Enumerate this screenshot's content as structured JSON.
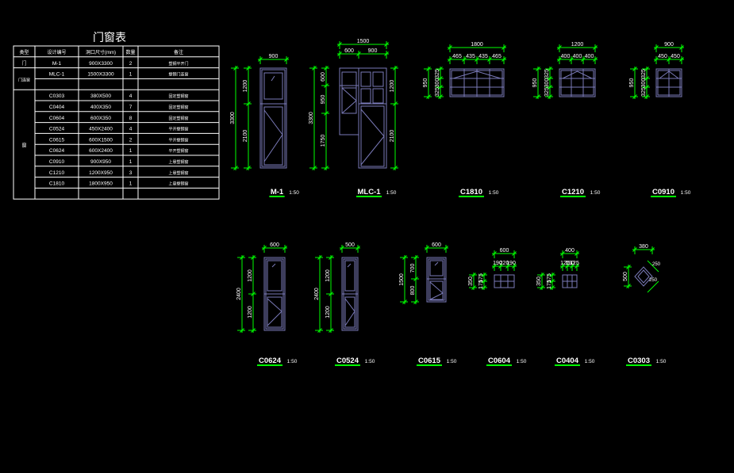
{
  "table": {
    "title": "门窗表",
    "headers": [
      "类型",
      "设计编号",
      "洞口尺寸(mm)",
      "数量",
      "备注"
    ],
    "rows": [
      {
        "type": "门",
        "code": "M-1",
        "size": "900X3300",
        "qty": "2",
        "note": "塑钢平开门"
      },
      {
        "type": "门连窗",
        "code": "MLC-1",
        "size": "1500X3300",
        "qty": "1",
        "note": "塑钢门连窗"
      },
      {
        "type": "",
        "code": "",
        "size": "",
        "qty": "",
        "note": ""
      },
      {
        "type": "窗",
        "code": "C0303",
        "size": "380X500",
        "qty": "4",
        "note": "固定塑钢窗"
      },
      {
        "type": "",
        "code": "C0404",
        "size": "400X350",
        "qty": "7",
        "note": "固定塑钢窗"
      },
      {
        "type": "",
        "code": "C0604",
        "size": "600X350",
        "qty": "8",
        "note": "固定塑钢窗"
      },
      {
        "type": "",
        "code": "C0524",
        "size": "450X2400",
        "qty": "4",
        "note": "平开塑钢窗"
      },
      {
        "type": "",
        "code": "C0615",
        "size": "600X1500",
        "qty": "2",
        "note": "平开塑钢窗"
      },
      {
        "type": "",
        "code": "C0624",
        "size": "600X2400",
        "qty": "1",
        "note": "平开塑钢窗"
      },
      {
        "type": "",
        "code": "C0910",
        "size": "900X950",
        "qty": "1",
        "note": "上悬塑钢窗"
      },
      {
        "type": "",
        "code": "C1210",
        "size": "1200X950",
        "qty": "3",
        "note": "上悬塑钢窗"
      },
      {
        "type": "",
        "code": "C1810",
        "size": "1800X950",
        "qty": "1",
        "note": "上悬塑钢窗"
      },
      {
        "type": "",
        "code": "",
        "size": "",
        "qty": "",
        "note": ""
      }
    ]
  },
  "scale_label": "1:50",
  "elevations": [
    {
      "id": "M-1",
      "dims_top": [
        "900"
      ],
      "dims_left": [
        "1200",
        "2100"
      ],
      "dims_total": "3300"
    },
    {
      "id": "MLC-1",
      "dims_top": [
        "600",
        "900"
      ],
      "dims_top_total": "1500",
      "dims_left": [
        "600",
        "950",
        "1750"
      ],
      "dims_total": "3300",
      "dims_right": [
        "1200",
        "2100"
      ]
    },
    {
      "id": "C1810",
      "dims_top": [
        "465",
        "435",
        "435",
        "465"
      ],
      "dims_top_total": "1800",
      "dims_left": [
        "325",
        "300",
        "325"
      ],
      "dims_total": "950"
    },
    {
      "id": "C1210",
      "dims_top": [
        "400",
        "400",
        "400"
      ],
      "dims_top_total": "1200",
      "dims_left": [
        "325",
        "300",
        "325"
      ],
      "dims_total": "950"
    },
    {
      "id": "C0910",
      "dims_top": [
        "450",
        "450"
      ],
      "dims_top_total": "900",
      "dims_left": [
        "325",
        "300",
        "325"
      ],
      "dims_total": "950"
    },
    {
      "id": "C0624",
      "dims_top": [
        "600"
      ],
      "dims_left": [
        "1200",
        "1200"
      ],
      "dims_total": "2400"
    },
    {
      "id": "C0524",
      "dims_top": [
        "500"
      ],
      "dims_left": [
        "1200",
        "1200"
      ],
      "dims_total": "2400"
    },
    {
      "id": "C0615",
      "dims_top": [
        "600"
      ],
      "dims_left": [
        "700",
        "800"
      ],
      "dims_total": "1500"
    },
    {
      "id": "C0604",
      "dims_top": [
        "190",
        "220",
        "190"
      ],
      "dims_top_total": "600",
      "dims_left": [
        "175",
        "175"
      ],
      "dims_total": "350"
    },
    {
      "id": "C0404",
      "dims_top": [
        "125",
        "150",
        "125"
      ],
      "dims_top_total": "400",
      "dims_left": [
        "175",
        "175"
      ],
      "dims_total": "350"
    },
    {
      "id": "C0303",
      "dims_top": [
        "380"
      ],
      "dims_left": [
        "500"
      ],
      "dims_diag": [
        "250",
        "250"
      ]
    }
  ],
  "colors": {
    "background": "#000000",
    "dimension": "#00ff00",
    "frame": "#7a7ab8",
    "text": "#ffffff",
    "table_line": "#ffffff",
    "hatch": "#7a7ab8"
  }
}
